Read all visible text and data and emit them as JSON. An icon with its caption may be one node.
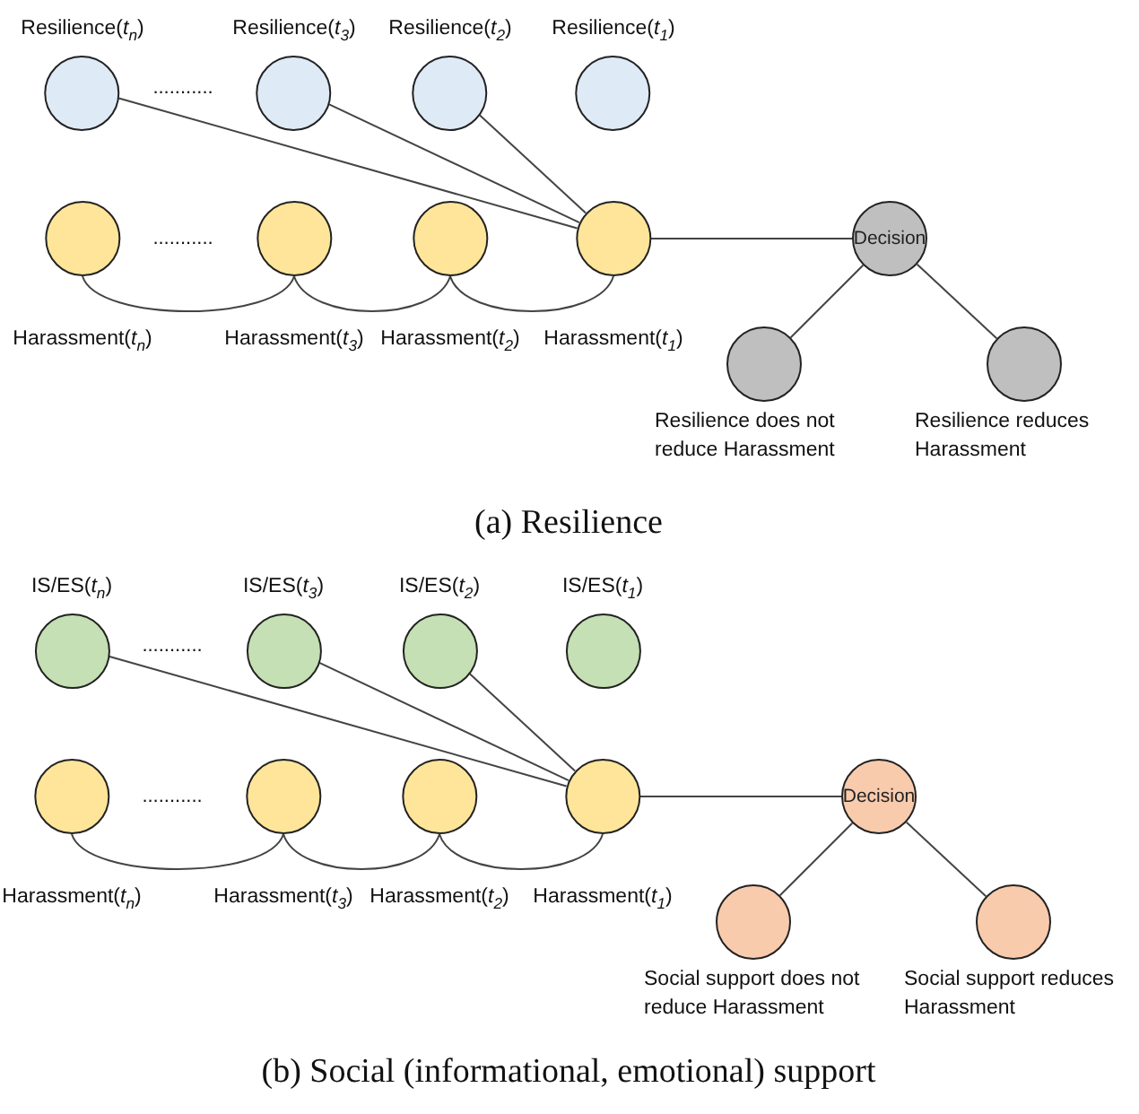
{
  "diagram": {
    "nodes": [
      {
        "text": [
          "Resilience(*t*$_{n}$)"
        ]
      },
      {
        "text": [
          "Resilience(*t*$_{3}$)"
        ]
      },
      {
        "text": [
          "Resilience(*t*$_{2}$)"
        ]
      },
      {
        "text": [
          "Resilience(*t*$_{1}$)"
        ]
      },
      {
        "text": [
          "Harassment(*t*$_{n}$)"
        ]
      },
      {
        "text": [
          "Harassment(*t*$_{3}$)"
        ]
      },
      {
        "text": [
          "Harassment(*t*$_{2}$)"
        ]
      },
      {
        "text": [
          "Harassment(*t*$_{1}$)"
        ]
      },
      {
        "text": [
          "Decision"
        ]
      },
      {
        "text": [
          "Resilience does not reduce Harassment"
        ]
      },
      {
        "text": [
          "Resilience reduces Harassment"
        ]
      },
      {
        "text": [
          "IS/ES(*t*$_{n}$)"
        ]
      },
      {
        "text": [
          "IS/ES(*t*$_{3}$)"
        ]
      },
      {
        "text": [
          "IS/ES(*t*$_{2}$)"
        ]
      },
      {
        "text": [
          "IS/ES(*t*$_{1}$)"
        ]
      },
      {
        "text": [
          "Harassment(*t*$_{n}$)"
        ]
      },
      {
        "text": [
          "Harassment(*t*$_{3}$)"
        ]
      },
      {
        "text": [
          "Harassment(*t*$_{2}$)"
        ]
      },
      {
        "text": [
          "Harassment(*t*$_{1}$)"
        ]
      },
      {
        "text": [
          "Decision"
        ]
      },
      {
        "text": [
          "Social support does not reduce Harassment"
        ]
      },
      {
        "text": [
          "Social support reduces Harassment"
        ]
      }
    ],
    "edges": [
      {
        "from": 0,
        "to": 7,
        "arrow": "none"
      },
      {
        "from": 1,
        "to": 7,
        "arrow": "none"
      },
      {
        "from": 2,
        "to": 7,
        "arrow": "none"
      },
      {
        "from": 4,
        "to": 5,
        "arrow": "none"
      },
      {
        "from": 5,
        "to": 6,
        "arrow": "none"
      },
      {
        "from": 6,
        "to": 7,
        "arrow": "none"
      },
      {
        "from": 7,
        "to": 8,
        "arrow": "none"
      },
      {
        "from": 8,
        "to": 9,
        "arrow": "none"
      },
      {
        "from": 8,
        "to": 10,
        "arrow": "none"
      },
      {
        "from": 11,
        "to": 18,
        "arrow": "none"
      },
      {
        "from": 12,
        "to": 18,
        "arrow": "none"
      },
      {
        "from": 13,
        "to": 18,
        "arrow": "none"
      },
      {
        "from": 15,
        "to": 16,
        "arrow": "none"
      },
      {
        "from": 16,
        "to": 17,
        "arrow": "none"
      },
      {
        "from": 17,
        "to": 18,
        "arrow": "none"
      },
      {
        "from": 18,
        "to": 19,
        "arrow": "none"
      },
      {
        "from": 19,
        "to": 20,
        "arrow": "none"
      },
      {
        "from": 19,
        "to": 21,
        "arrow": "none"
      }
    ],
    "labels": [
      "...........",
      "...........",
      "(a) Resilience",
      "...........",
      "...........",
      "(b) Social (informational, emotional) support"
    ]
  }
}
